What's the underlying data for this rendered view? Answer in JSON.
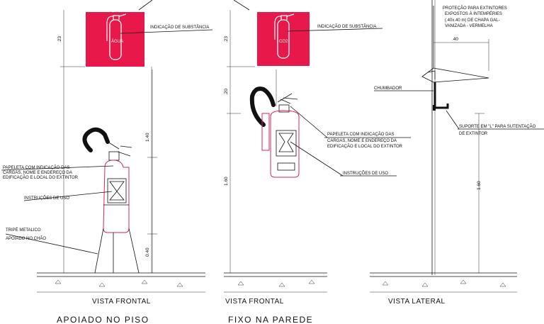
{
  "panels": {
    "piso": {
      "caption": "APOIADO NO PISO",
      "view": "VISTA FRONTAL",
      "sign_text": "ÁGUA",
      "label_substancia": "INDICAÇÃO DE SUBSTÂNCIA",
      "label_papeleta": [
        "PAPELETA COM INDICAÇÃO DAS",
        "CARGAS, NOME E ENDEREÇO DA",
        "EDIFICAÇÃO E LOCAL DO EXTINTOR"
      ],
      "label_instrucoes": "INSTRUÇÕES DE USO",
      "label_tripe": [
        "TRIPÉ METALICO",
        "APOIADO NO CHÃO"
      ],
      "dims": {
        "sign": ".23",
        "mid": "1.40",
        "low": "0.40"
      }
    },
    "parede": {
      "caption": "FIXO NA PAREDE",
      "view": "VISTA FRONTAL",
      "sign_text": "CO2",
      "label_substancia": "INDICAÇÃO DE SUBSTÂNCIA",
      "label_papeleta": [
        "PAPELETA COM INDICAÇÃO DAS",
        "CARGAS, NOME E ENDEREÇO DA",
        "EDIFICAÇÃO E LOCAL DO EXTINTOR"
      ],
      "label_instrucoes": "INSTRUÇÕES DE USO",
      "dims": {
        "sign": ".23",
        "gap": ".20",
        "low": "1.60"
      }
    },
    "lateral": {
      "view": "VISTA LATERAL",
      "label_protecao": [
        "PROTEÇÃO PARA EXTINTORES",
        "EXPOSTOS Á INTEMPÉRIES",
        "(.40x.40 m) DE CHAPA GAL-",
        "VANIZADA - VERMELHA"
      ],
      "label_chumbador": "CHUMBADOR",
      "label_suporte": [
        "SUPORTE EM \"L\" PARA SUTENTAÇÃO",
        "DE EXTINTOR"
      ],
      "dims": {
        "width": ".40",
        "low": "1.60"
      }
    }
  },
  "colors": {
    "sign": "#e8194a",
    "extinguisher": "#d22a5a"
  }
}
